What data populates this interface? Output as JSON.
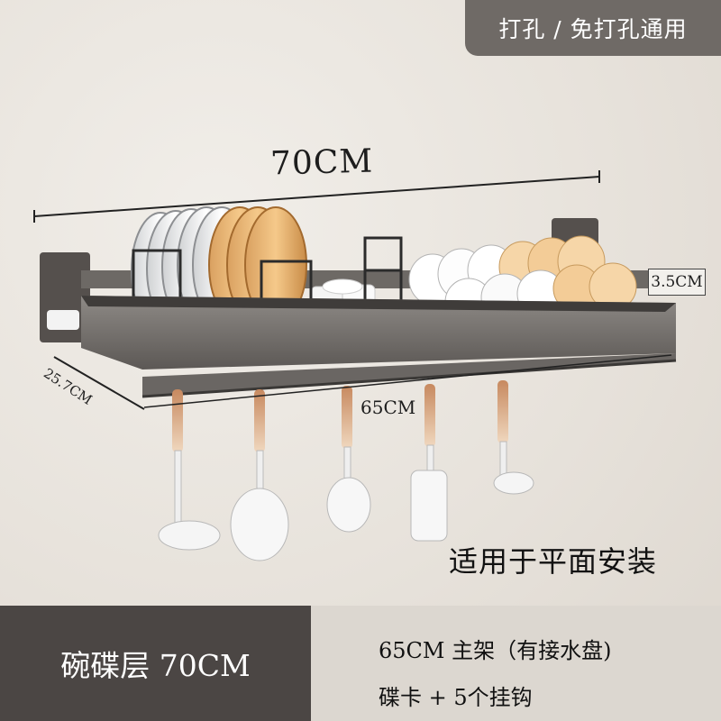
{
  "badge": {
    "label": "打孔 / 免打孔通用"
  },
  "dimensions": {
    "total_width": "70CM",
    "inner_width": "65CM",
    "depth": "25.7CM",
    "height": "3.5CM"
  },
  "caption": "适用于平面安装",
  "footer": {
    "product": "碗碟层 70CM",
    "spec_line_1": "65CM 主架（有接水盘)",
    "spec_line_2": "碟卡 + 5个挂钩"
  },
  "colors": {
    "wall": "#e9e5de",
    "rack": "#7b7773",
    "badge": "#6f6a66",
    "footer_left": "#4b4644",
    "footer_right": "#dcd7d0",
    "plate_gold": "#e8b068"
  }
}
